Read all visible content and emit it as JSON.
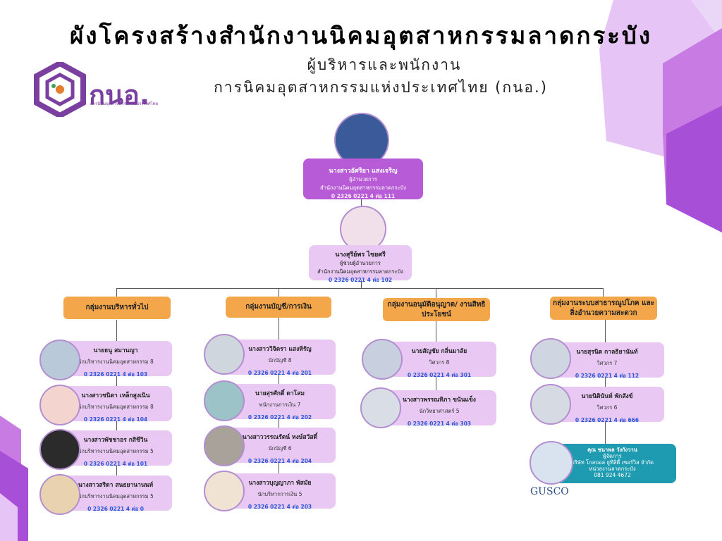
{
  "header": {
    "title": "ผังโครงสร้างสำนักงานนิคมอุตสาหกรรมลาดกระบัง",
    "subtitle1": "ผู้บริหารและพนักงาน",
    "subtitle2": "การนิคมอุตสาหกรรมแห่งประเทศไทย (กนอ.)"
  },
  "logo": {
    "text": "กนอ.",
    "subtext": "การนิคมอุตสาหกรรมแห่งประเทศไทย"
  },
  "executives": [
    {
      "name": "นางสาวอัศริยา แสงเจริญ",
      "position": "ผู้อำนวยการ",
      "office": "สำนักงานนิคมอุตสาหกรรมลาดกระบัง",
      "phone": "0 2326 0221 4 ต่อ 111"
    },
    {
      "name": "นางสุรีย์พร ไชยศรี",
      "position": "ผู้ช่วยผู้อำนวยการ",
      "office": "สำนักงานนิคมอุตสาหกรรมลาดกระบัง",
      "phone": "0 2326 0221 4 ต่อ 102"
    }
  ],
  "groups": [
    {
      "label": "กลุ่มงานบริหารทั่วไป",
      "staff": [
        {
          "name": "นายธนู สมานญา",
          "position": "นักบริหารงานนิคมอุตสาหกรรม 8",
          "phone": "0 2326 0221 4 ต่อ 103"
        },
        {
          "name": "นางสาวชนิดา เหล็กสูงเนิน",
          "position": "นักบริหารงานนิคมอุตสาหกรรม 8",
          "phone": "0 2326 0221 4 ต่อ 104"
        },
        {
          "name": "นางสาวพัชชาอร กสิชีวิน",
          "position": "นักบริหารงานนิคมอุตสาหกรรม 5",
          "phone": "0 2326 0221 4 ต่อ 101"
        },
        {
          "name": "นางสาวสริดา สนธยานานนท์",
          "position": "นักบริหารงานนิคมอุตสาหกรรม 5",
          "phone": "0 2326 0221 4 ต่อ 0"
        }
      ]
    },
    {
      "label": "กลุ่มงานบัญชี/การเงิน",
      "staff": [
        {
          "name": "นางสาววิจิตรา แสงหิรัญ",
          "position": "นักบัญชี 8",
          "phone": "0 2326 0221 4 ต่อ 201"
        },
        {
          "name": "นายสุรศักดิ์ ดาโสม",
          "position": "พนักงานการเงิน 7",
          "phone": "0 2326 0221 4 ต่อ 202"
        },
        {
          "name": "นางสาววรรณรัตน์ หงษ์สวัสดิ์",
          "position": "นักบัญชี 6",
          "phone": "0 2326 0221 4 ต่อ 204"
        },
        {
          "name": "นางสาวบุญญาภา พัสมัย",
          "position": "นักบริหารการเงิน 5",
          "phone": "0 2326 0221 4 ต่อ 203"
        }
      ]
    },
    {
      "label": "กลุ่มงานอนุมัติอนุญาต/ งานสิทธิประโยชน์",
      "staff": [
        {
          "name": "นายสัญชัย กลิ่นมาลัย",
          "position": "วิศวกร 8",
          "phone": "0 2326 0221 4 ต่อ 301"
        },
        {
          "name": "นางสาวพรรณทิภา ขนันแข็ง",
          "position": "นักวิทยาศาสตร์ 5",
          "phone": "0 2326 0221 4 ต่อ 303"
        }
      ]
    },
    {
      "label": "กลุ่มงานระบบสาธารณูปโภค และสิ่งอำนวยความสะดวก",
      "staff": [
        {
          "name": "นายสุรนิต กาลธิยานันท์",
          "position": "วิศวกร 7",
          "phone": "0 2326 0221 4 ต่อ 112"
        },
        {
          "name": "นายนิตินันท์ พักสังข์",
          "position": "วิศวกร 6",
          "phone": "0 2326 0221 4 ต่อ 666"
        }
      ]
    }
  ],
  "contractor": {
    "name": "คุณ ชนาพล วังกังวาน",
    "position": "ผู้จัดการ",
    "company": "บริษัท โกลบอล ยูทิลิตี้ เซอร์วิส จำกัด",
    "unit": "หน่วยงานลาดกระบัง",
    "phone": "081 924 4672",
    "brand": "GUSCO"
  },
  "colors": {
    "executive_card": "#b75bd6",
    "staff_card": "#e9c9f3",
    "group_label": "#f3a64a",
    "contractor_card": "#1e9bb0",
    "accent_purple": "#7b3fa0"
  }
}
